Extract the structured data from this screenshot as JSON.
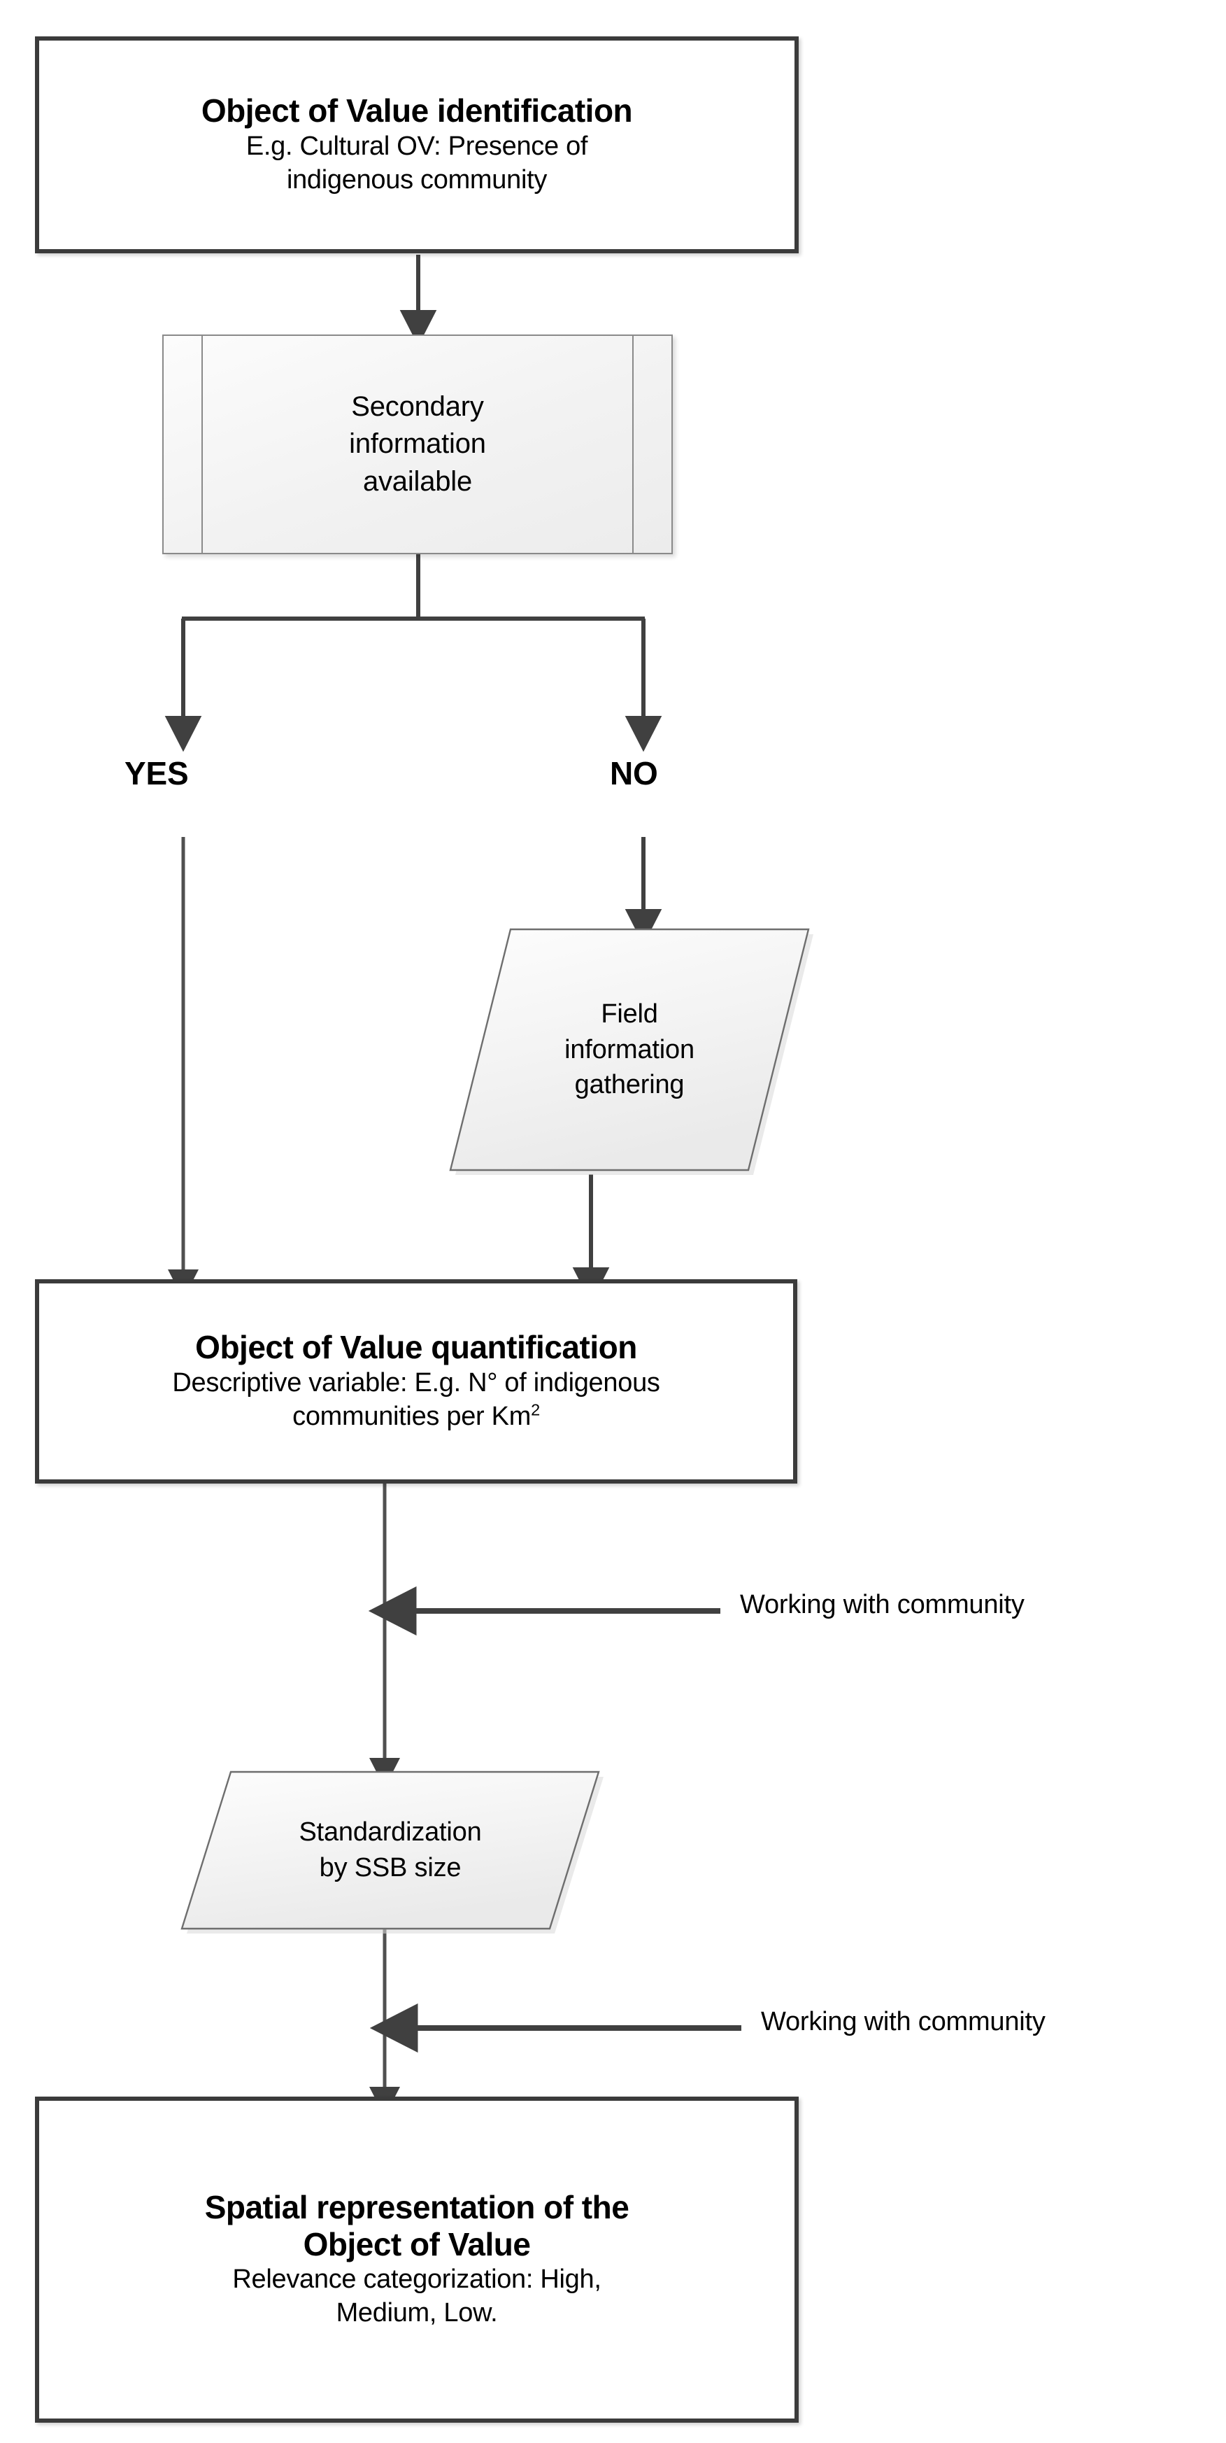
{
  "diagram": {
    "type": "flowchart",
    "orientation": "top-to-bottom",
    "colors": {
      "box_border": "#3b3b3b",
      "box_fill": "#ffffff",
      "shape_border": "#8a8a8a",
      "shape_fill": "#f2f2f2",
      "connector": "#404040",
      "text": "#000000",
      "background": "#ffffff"
    },
    "nodes": {
      "ov_identification": {
        "shape": "process",
        "title": "Object of Value identification",
        "subtitle_line1": "E.g. Cultural OV: Presence of",
        "subtitle_line2": "indigenous community"
      },
      "secondary_info": {
        "shape": "predefined-process",
        "line1": "Secondary",
        "line2": "information",
        "line3": "available"
      },
      "field_gathering": {
        "shape": "parallelogram",
        "line1": "Field",
        "line2": "information",
        "line3": "gathering"
      },
      "ov_quantification": {
        "shape": "process",
        "title": "Object of Value quantification",
        "subtitle_line1": "Descriptive variable: E.g. N° of indigenous",
        "subtitle_line2_pre": "communities per Km",
        "subtitle_line2_sup": "2"
      },
      "standardization": {
        "shape": "parallelogram",
        "line1": "Standardization",
        "line2": "by SSB size"
      },
      "spatial_representation": {
        "shape": "process",
        "title_line1": "Spatial representation of the",
        "title_line2": "Object of Value",
        "subtitle_line1": "Relevance categorization: High,",
        "subtitle_line2": "Medium, Low."
      }
    },
    "branch_labels": {
      "yes": "YES",
      "no": "NO"
    },
    "annotations": {
      "working_with_community_1": "Working with community",
      "working_with_community_2": "Working with community"
    },
    "edges": [
      {
        "from": "ov_identification",
        "to": "secondary_info",
        "label": ""
      },
      {
        "from": "secondary_info",
        "to": "yes_branch",
        "label": "YES"
      },
      {
        "from": "secondary_info",
        "to": "no_branch",
        "label": "NO"
      },
      {
        "from": "no_branch",
        "to": "field_gathering",
        "label": ""
      },
      {
        "from": "yes_branch",
        "to": "ov_quantification",
        "label": ""
      },
      {
        "from": "field_gathering",
        "to": "ov_quantification",
        "label": ""
      },
      {
        "from": "ov_quantification",
        "to": "standardization",
        "label": ""
      },
      {
        "from": "working_with_community_1",
        "to": "ov_quantification_to_standardization_edge",
        "label": "Working with community"
      },
      {
        "from": "standardization",
        "to": "spatial_representation",
        "label": ""
      },
      {
        "from": "working_with_community_2",
        "to": "standardization_to_spatial_edge",
        "label": "Working with community"
      }
    ]
  }
}
